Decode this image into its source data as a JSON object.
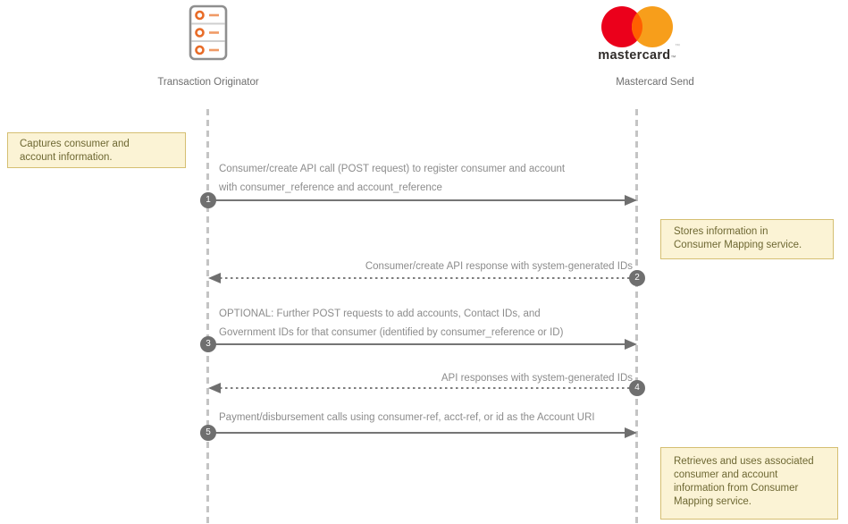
{
  "actors": [
    {
      "label": "Transaction Originator"
    },
    {
      "label": "Mastercard Send"
    }
  ],
  "logo": {
    "wordmark": "mastercard",
    "trademark": "™"
  },
  "notes": [
    {
      "text": "Captures consumer and account information."
    },
    {
      "text": "Stores information in Consumer Mapping service."
    },
    {
      "text": "Retrieves and uses associated consumer and account information from Consumer Mapping service."
    }
  ],
  "messages": [
    {
      "num": "1",
      "direction": "right",
      "line_style": "solid",
      "text": "Consumer/create API call (POST request) to register consumer and account with consumer_reference and account_reference",
      "lines": [
        "Consumer/create API call (POST request) to register consumer and account",
        "with consumer_reference and account_reference"
      ]
    },
    {
      "num": "2",
      "direction": "left",
      "line_style": "dashed",
      "text": "Consumer/create API response with system-generated IDs",
      "lines": [
        "Consumer/create API response with system-generated IDs"
      ]
    },
    {
      "num": "3",
      "direction": "right",
      "line_style": "solid",
      "text": "OPTIONAL: Further POST requests to add accounts, Contact IDs, and Government IDs for that consumer (identified by consumer_reference or ID)",
      "lines": [
        "OPTIONAL: Further POST requests to add accounts, Contact IDs, and",
        "Government IDs for that consumer (identified by consumer_reference or ID)"
      ]
    },
    {
      "num": "4",
      "direction": "left",
      "line_style": "dashed",
      "text": "API responses with system-generated IDs",
      "lines": [
        "API responses with system-generated IDs"
      ]
    },
    {
      "num": "5",
      "direction": "right",
      "line_style": "solid",
      "text": "Payment/disbursement calls using consumer-ref, acct-ref, or id as the Account URI",
      "lines": [
        "Payment/disbursement calls using consumer-ref, acct-ref, or id as the Account URI"
      ]
    }
  ],
  "colors": {
    "mastercard_red": "#EB001B",
    "mastercard_orange": "#F79E1B",
    "mastercard_overlap": "#FF5F00",
    "originator_icon_orange": "#E86C28",
    "note_background": "#FBF3D5",
    "note_border": "#D5BF72",
    "note_text": "#6E6833",
    "arrow_gray": "#6F6F6F",
    "message_text_gray": "#8C8C8C",
    "lifeline_gray": "#C4C4C4"
  }
}
